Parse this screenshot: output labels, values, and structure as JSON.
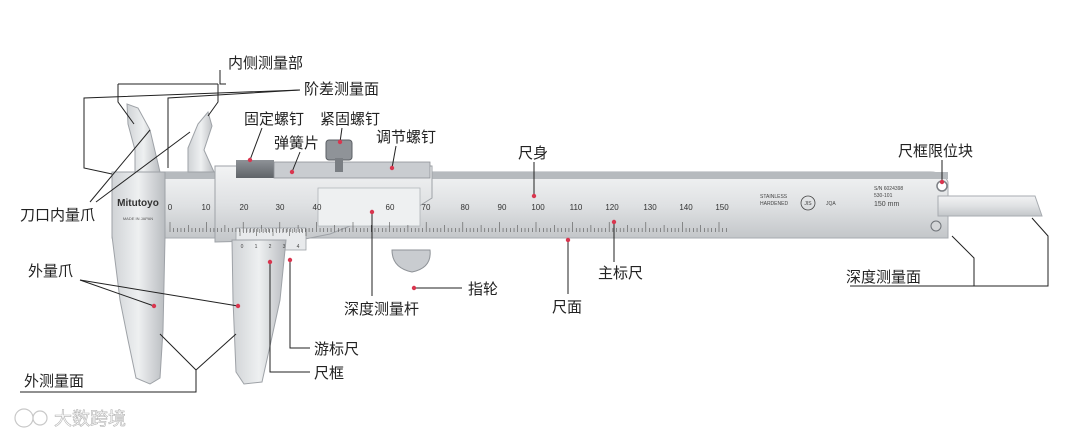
{
  "labels": {
    "inner_measuring_part": "内侧测量部",
    "step_measuring_face": "阶差测量面",
    "fixing_screw": "固定螺钉",
    "locking_screw": "紧固螺钉",
    "spring_plate": "弹簧片",
    "adjusting_screw": "调节螺钉",
    "beam": "尺身",
    "frame_stopper": "尺框限位块",
    "knife_inside_jaw": "刀口内量爪",
    "outside_jaw": "外量爪",
    "depth_bar": "深度测量杆",
    "thumb_roller": "指轮",
    "main_scale": "主标尺",
    "beam_face": "尺面",
    "depth_measuring_face": "深度测量面",
    "vernier_scale": "游标尺",
    "slider_frame": "尺框",
    "outside_measuring_face": "外测量面"
  },
  "brand": {
    "name": "Mitutoyo",
    "sub": "MADE IN JAPAN"
  },
  "main_scale_numbers": [
    "0",
    "10",
    "20",
    "30",
    "40",
    "60",
    "70",
    "80",
    "90",
    "100",
    "110",
    "120",
    "130",
    "140",
    "150"
  ],
  "vernier_numbers": [
    "0",
    "1",
    "2",
    "3",
    "4"
  ],
  "plate": {
    "stainless": "STAINLESS",
    "hardened": "HARDENED",
    "jis": "JIS",
    "jqa": "JQA",
    "serial": "S/N 6024398",
    "code": "530-101",
    "range": "150 mm"
  },
  "watermark": "大数跨境",
  "colors": {
    "metal_light": "#e4e6e8",
    "metal_mid": "#c8cbce",
    "metal_dark": "#9a9ea3",
    "leader": "#222222",
    "marker": "#d9364f"
  }
}
